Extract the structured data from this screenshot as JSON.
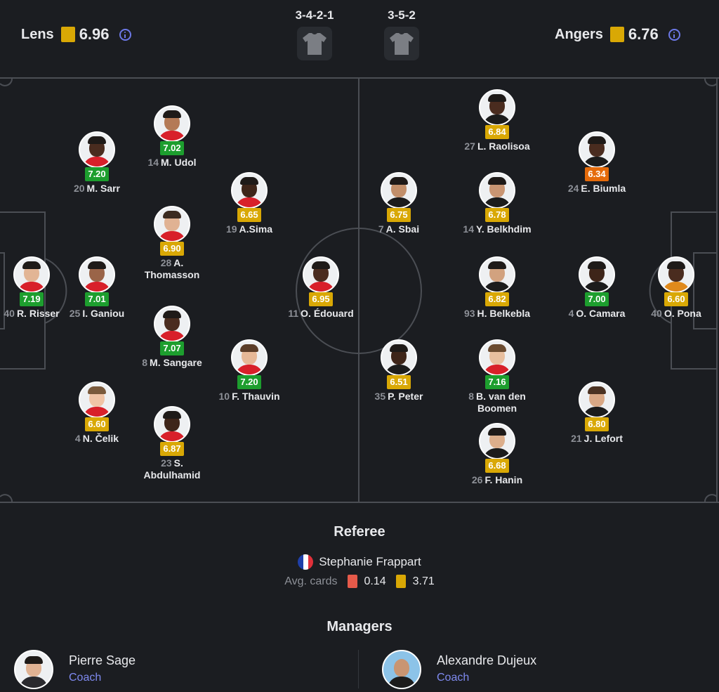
{
  "header": {
    "home": {
      "name": "Lens",
      "rating": "6.96"
    },
    "away": {
      "name": "Angers",
      "rating": "6.76"
    },
    "home_formation": "3-4-2-1",
    "away_formation": "3-5-2"
  },
  "colors": {
    "green": "#1d9e2e",
    "yellow": "#d9a805",
    "orange": "#e56b0b",
    "accent": "#7f8af0"
  },
  "players": [
    {
      "id": "risser",
      "number": "40",
      "name": "R. Risser",
      "rating": "7.19",
      "color": "green"
    },
    {
      "id": "ganiou",
      "number": "25",
      "name": "I. Ganiou",
      "rating": "7.01",
      "color": "green"
    },
    {
      "id": "sarr",
      "number": "20",
      "name": "M. Sarr",
      "rating": "7.20",
      "color": "green"
    },
    {
      "id": "celik",
      "number": "4",
      "name": "N. Čelik",
      "rating": "6.60",
      "color": "yellow"
    },
    {
      "id": "udol",
      "number": "14",
      "name": "M. Udol",
      "rating": "7.02",
      "color": "green"
    },
    {
      "id": "thomasson",
      "number": "28",
      "name": "A.",
      "name2": "Thomasson",
      "rating": "6.90",
      "color": "yellow"
    },
    {
      "id": "sangare",
      "number": "8",
      "name": "M. Sangare",
      "rating": "7.07",
      "color": "green"
    },
    {
      "id": "abdulhamid",
      "number": "23",
      "name": "S.",
      "name2": "Abdulhamid",
      "rating": "6.87",
      "color": "yellow"
    },
    {
      "id": "sima",
      "number": "19",
      "name": "A.Sima",
      "rating": "6.65",
      "color": "yellow"
    },
    {
      "id": "thauvin",
      "number": "10",
      "name": "F. Thauvin",
      "rating": "7.20",
      "color": "green"
    },
    {
      "id": "edouard",
      "number": "11",
      "name": "O. Édouard",
      "rating": "6.95",
      "color": "yellow"
    },
    {
      "id": "sbai",
      "number": "7",
      "name": "A. Sbai",
      "rating": "6.75",
      "color": "yellow"
    },
    {
      "id": "peter",
      "number": "35",
      "name": "P. Peter",
      "rating": "6.51",
      "color": "yellow"
    },
    {
      "id": "raolisoa",
      "number": "27",
      "name": "L. Raolisoa",
      "rating": "6.84",
      "color": "yellow"
    },
    {
      "id": "belkhdim",
      "number": "14",
      "name": "Y. Belkhdim",
      "rating": "6.78",
      "color": "yellow"
    },
    {
      "id": "belkebla",
      "number": "93",
      "name": "H. Belkebla",
      "rating": "6.82",
      "color": "yellow"
    },
    {
      "id": "vandenboomen",
      "number": "8",
      "name": "B. van den Boomen",
      "rating": "7.16",
      "color": "green"
    },
    {
      "id": "hanin",
      "number": "26",
      "name": "F. Hanin",
      "rating": "6.68",
      "color": "yellow"
    },
    {
      "id": "biumla",
      "number": "24",
      "name": "E. Biumla",
      "rating": "6.34",
      "color": "orange"
    },
    {
      "id": "camara",
      "number": "4",
      "name": "O. Camara",
      "rating": "7.00",
      "color": "green"
    },
    {
      "id": "lefort",
      "number": "21",
      "name": "J. Lefort",
      "rating": "6.80",
      "color": "yellow"
    },
    {
      "id": "pona",
      "number": "40",
      "name": "O. Pona",
      "rating": "6.60",
      "color": "yellow"
    }
  ],
  "referee": {
    "title": "Referee",
    "name": "Stephanie Frappart",
    "avg_label": "Avg. cards",
    "red_avg": "0.14",
    "yellow_avg": "3.71"
  },
  "managers": {
    "title": "Managers",
    "home": {
      "name": "Pierre Sage",
      "role": "Coach"
    },
    "away": {
      "name": "Alexandre Dujeux",
      "role": "Coach"
    }
  }
}
